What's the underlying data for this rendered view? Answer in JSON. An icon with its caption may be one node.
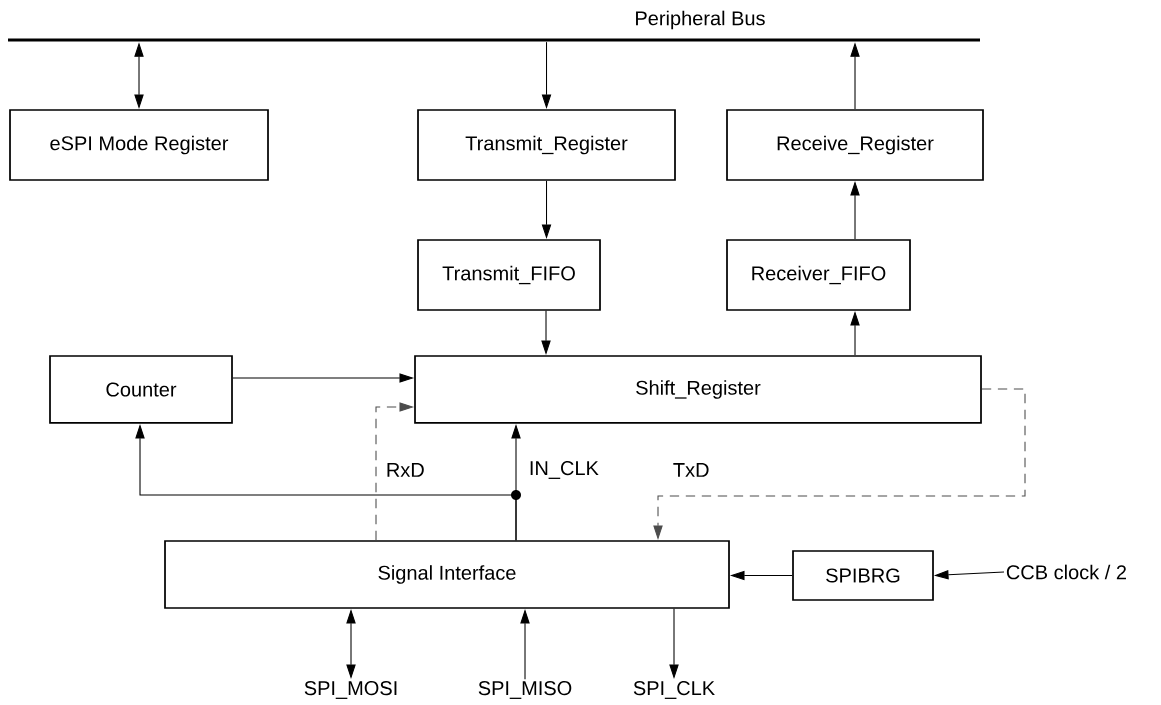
{
  "diagram": {
    "nodes": [
      {
        "text": [],
        "shape": "bar",
        "beside": [
          "Peripheral Bus"
        ]
      },
      {
        "text": [
          "eSPI Mode Register"
        ]
      },
      {
        "text": [
          "Transmit_Register"
        ]
      },
      {
        "text": [
          "Receive_Register"
        ]
      },
      {
        "text": [
          "Transmit_FIFO"
        ]
      },
      {
        "text": [
          "Receiver_FIFO"
        ]
      },
      {
        "text": [
          "Counter"
        ]
      },
      {
        "text": [
          "Shift_Register"
        ]
      },
      {
        "text": [
          "Signal Interface"
        ]
      },
      {
        "text": [
          "SPIBRG"
        ]
      },
      {
        "text": [
          "CCB clock / 2"
        ]
      },
      {
        "text": [
          "SPI_MOSI"
        ]
      },
      {
        "text": [
          "SPI_MISO"
        ]
      },
      {
        "text": [
          "SPI_CLK"
        ]
      }
    ],
    "edges": [
      {
        "from": 0,
        "to": 1,
        "arrow": "both"
      },
      {
        "from": 0,
        "to": 2,
        "arrow": "to"
      },
      {
        "from": 3,
        "to": 0,
        "arrow": "to"
      },
      {
        "from": 2,
        "to": 4,
        "arrow": "to"
      },
      {
        "from": 4,
        "to": 7,
        "arrow": "to"
      },
      {
        "from": 7,
        "to": 5,
        "arrow": "to"
      },
      {
        "from": 5,
        "to": 3,
        "arrow": "to"
      },
      {
        "from": 6,
        "to": 7,
        "arrow": "to"
      },
      {
        "from": 8,
        "to": 7,
        "arrow": "to",
        "label": "RxD",
        "style": "dashed"
      },
      {
        "from": 8,
        "to": 7,
        "arrow": "to",
        "label": "IN_CLK"
      },
      {
        "from": 8,
        "to": 6,
        "arrow": "to"
      },
      {
        "from": 7,
        "to": 8,
        "arrow": "to",
        "label": "TxD",
        "style": "dashed"
      },
      {
        "from": 9,
        "to": 8,
        "arrow": "to"
      },
      {
        "from": 10,
        "to": 9,
        "arrow": "to"
      },
      {
        "from": 11,
        "to": 8,
        "arrow": "both"
      },
      {
        "from": 12,
        "to": 8,
        "arrow": "to"
      },
      {
        "from": 8,
        "to": 13,
        "arrow": "to"
      }
    ]
  }
}
